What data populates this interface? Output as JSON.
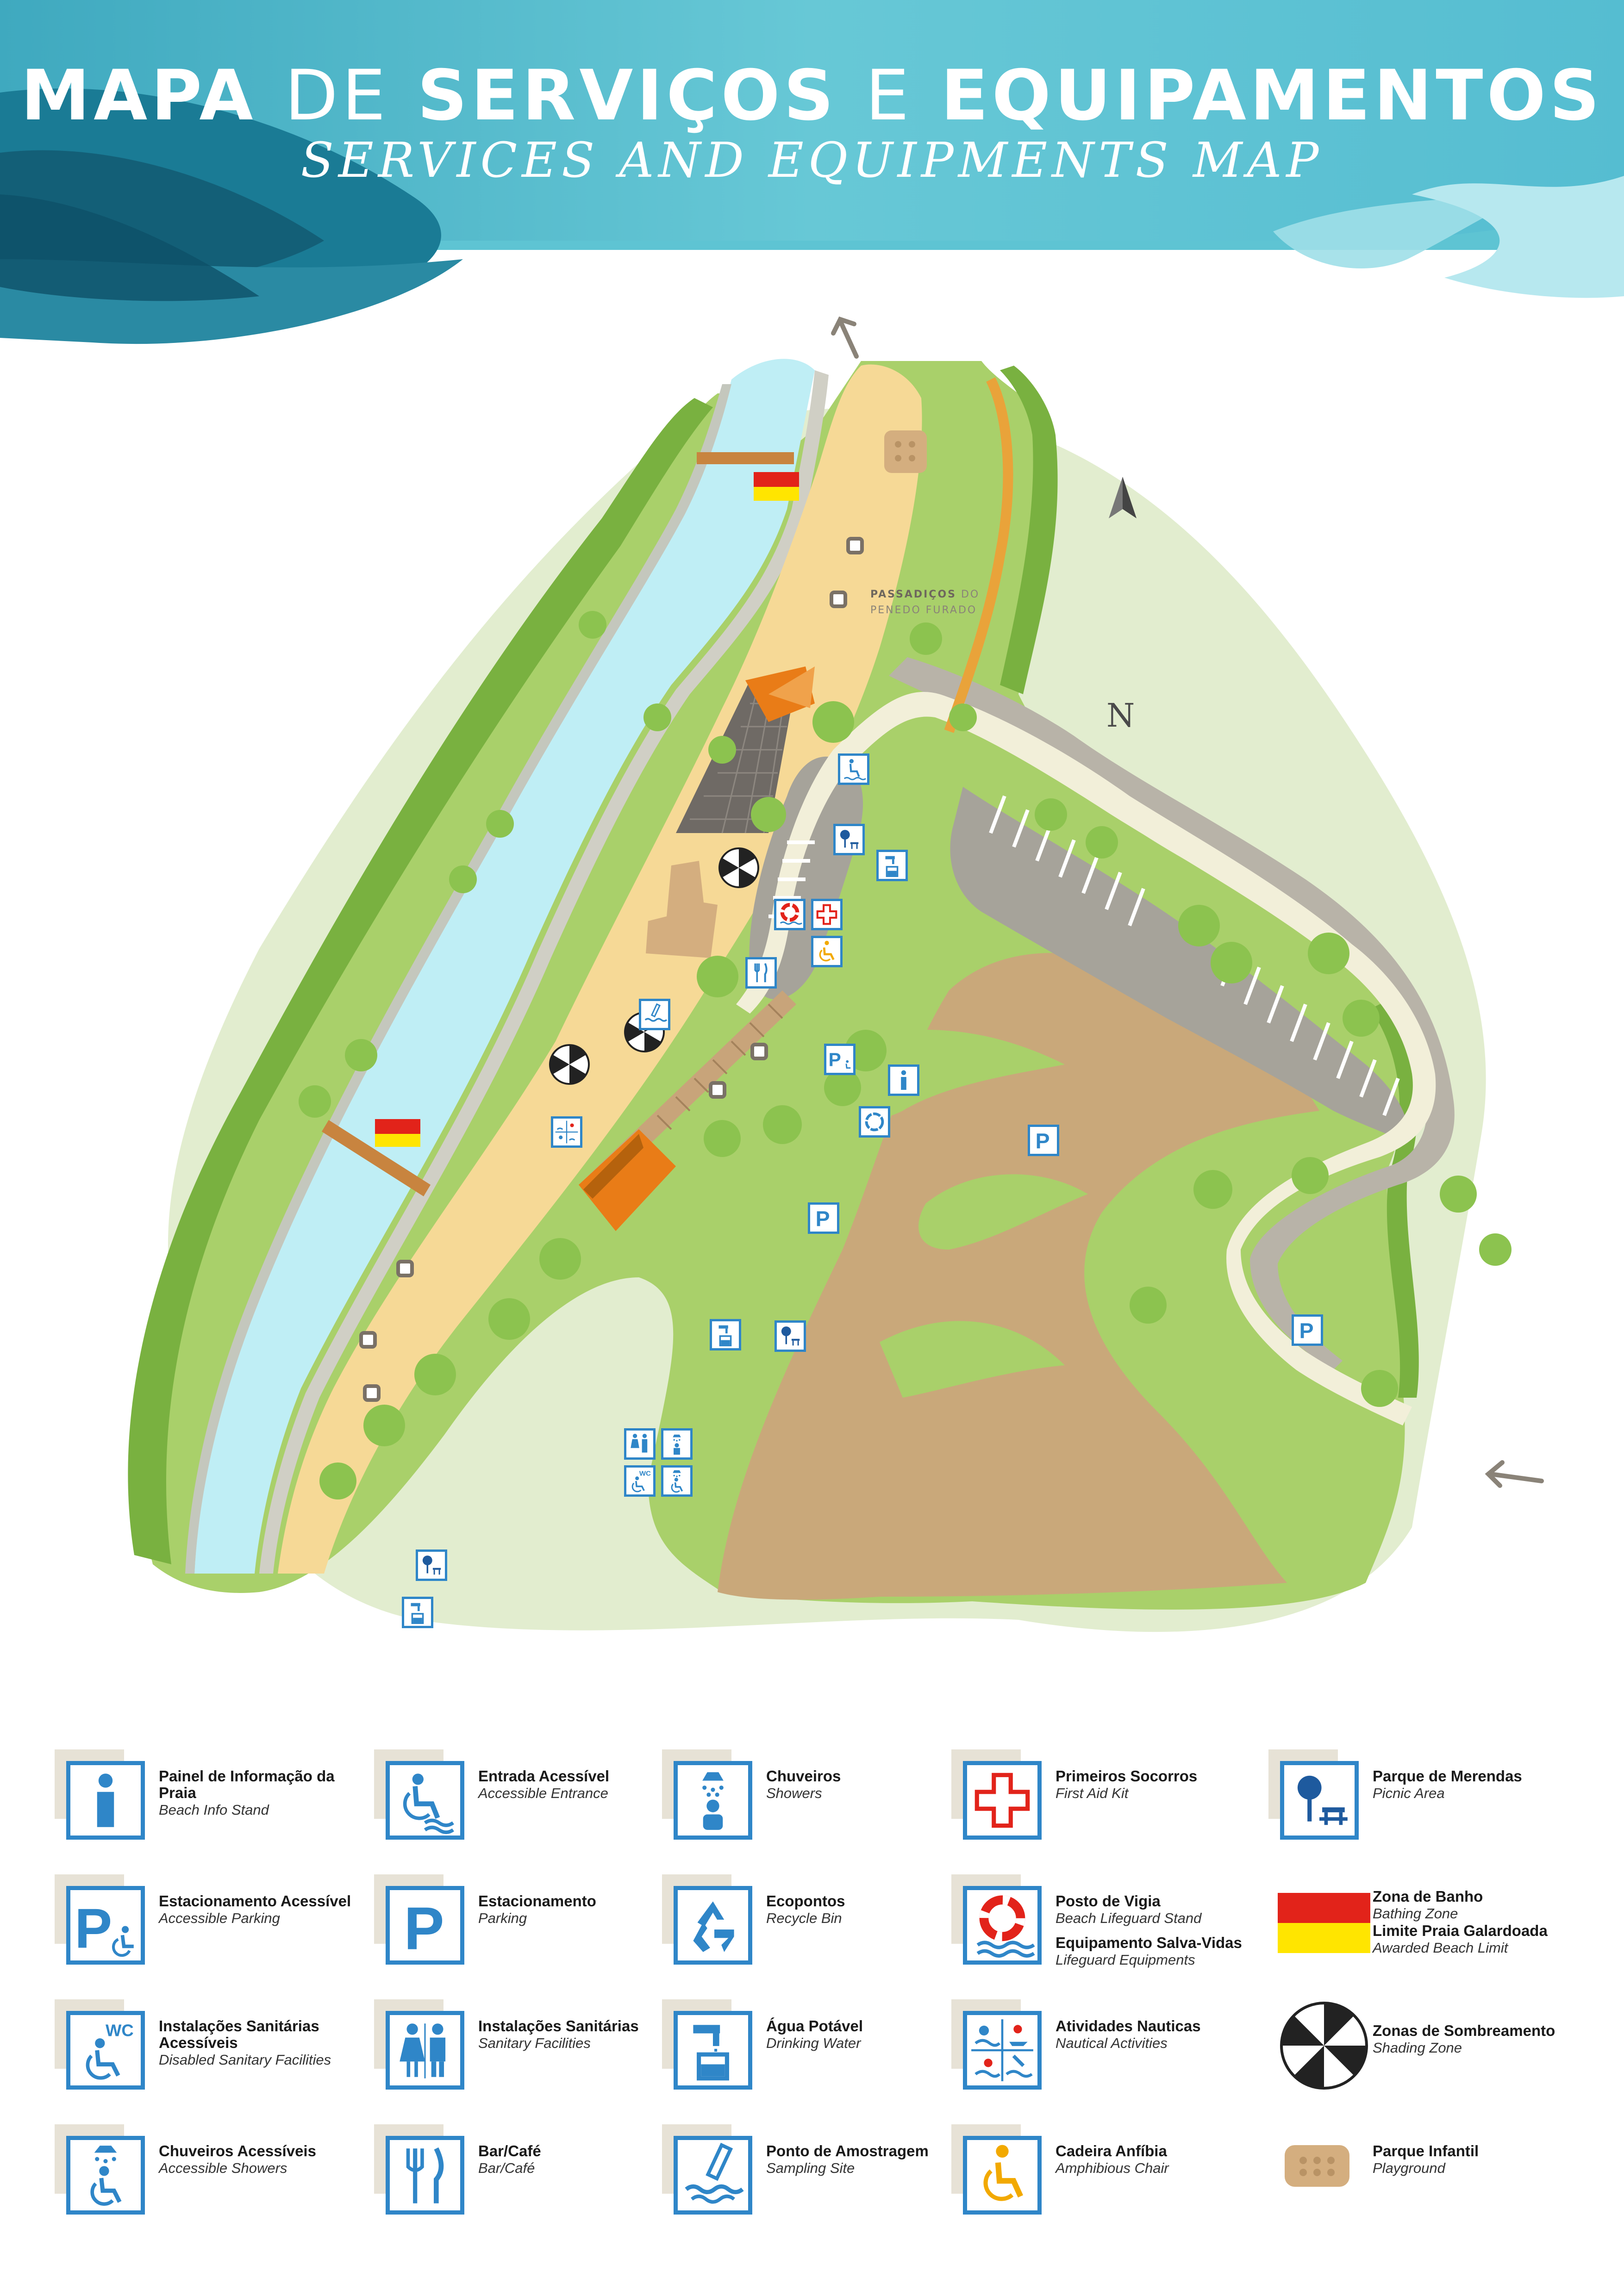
{
  "header": {
    "title_word1": "MAPA",
    "title_word2": "DE",
    "title_word3": "SERVIÇOS",
    "title_word4": "E",
    "title_word5": "EQUIPAMENTOS",
    "subtitle": "SERVICES AND EQUIPMENTS MAP"
  },
  "map": {
    "passadicos_line1_bold": "PASSADIÇOS",
    "passadicos_line1_rest": " DO",
    "passadicos_line2": "PENEDO FURADO",
    "north_label": "N"
  },
  "legend": [
    {
      "pt": "Painel de Informação da Praia",
      "en": "Beach Info Stand",
      "icon": "info-icon"
    },
    {
      "pt": "Entrada Acessível",
      "en": "Accessible Entrance",
      "icon": "accessible-entrance-icon"
    },
    {
      "pt": "Chuveiros",
      "en": "Showers",
      "icon": "shower-icon"
    },
    {
      "pt": "Primeiros Socorros",
      "en": "First Aid Kit",
      "icon": "first-aid-icon"
    },
    {
      "pt": "Parque de Merendas",
      "en": "Picnic Area",
      "icon": "picnic-icon"
    },
    {
      "pt": "Estacionamento Acessível",
      "en": "Accessible Parking",
      "icon": "accessible-parking-icon"
    },
    {
      "pt": "Estacionamento",
      "en": "Parking",
      "icon": "parking-icon"
    },
    {
      "pt": "Ecopontos",
      "en": "Recycle Bin",
      "icon": "recycle-icon"
    },
    {
      "pt": "Posto de Vigia",
      "en": "Beach Lifeguard Stand",
      "pt2": "Equipamento Salva-Vidas",
      "en2": "Lifeguard Equipments",
      "icon": "lifebuoy-icon"
    },
    {
      "pt": "Zona de Banho",
      "en": "Bathing Zone",
      "pt2": "Limite Praia Galardoada",
      "en2": "Awarded Beach Limit",
      "icon": "bathing-flag-icon"
    },
    {
      "pt": "Instalações Sanitárias Acessíveis",
      "en": "Disabled Sanitary Facilities",
      "icon": "accessible-wc-icon"
    },
    {
      "pt": "Instalações Sanitárias",
      "en": "Sanitary Facilities",
      "icon": "wc-icon"
    },
    {
      "pt": "Água Potável",
      "en": "Drinking Water",
      "icon": "drinking-water-icon"
    },
    {
      "pt": "Atividades Nauticas",
      "en": "Nautical Activities",
      "icon": "nautical-icon"
    },
    {
      "pt": "Zonas de Sombreamento",
      "en": "Shading Zone",
      "icon": "umbrella-icon"
    },
    {
      "pt": "Chuveiros Acessíveis",
      "en": "Accessible Showers",
      "icon": "accessible-shower-icon"
    },
    {
      "pt": "Bar/Café",
      "en": "Bar/Café",
      "icon": "bar-cafe-icon"
    },
    {
      "pt": "Ponto de Amostragem",
      "en": "Sampling Site",
      "icon": "sampling-icon"
    },
    {
      "pt": "Cadeira Anfíbia",
      "en": "Amphibious Chair",
      "icon": "amphibious-chair-icon"
    },
    {
      "pt": "Parque Infantil",
      "en": "Playground",
      "icon": "playground-icon"
    }
  ],
  "colors": {
    "sea_dark": "#1a7b95",
    "sea_light": "#5ec6d6",
    "river": "#bfeef5",
    "sand": "#f6d996",
    "grass": "#a9d06a",
    "grass_dark": "#79b140",
    "icon_blue": "#2f86c8",
    "flag_red": "#e2231a",
    "flag_yellow": "#ffe500"
  }
}
